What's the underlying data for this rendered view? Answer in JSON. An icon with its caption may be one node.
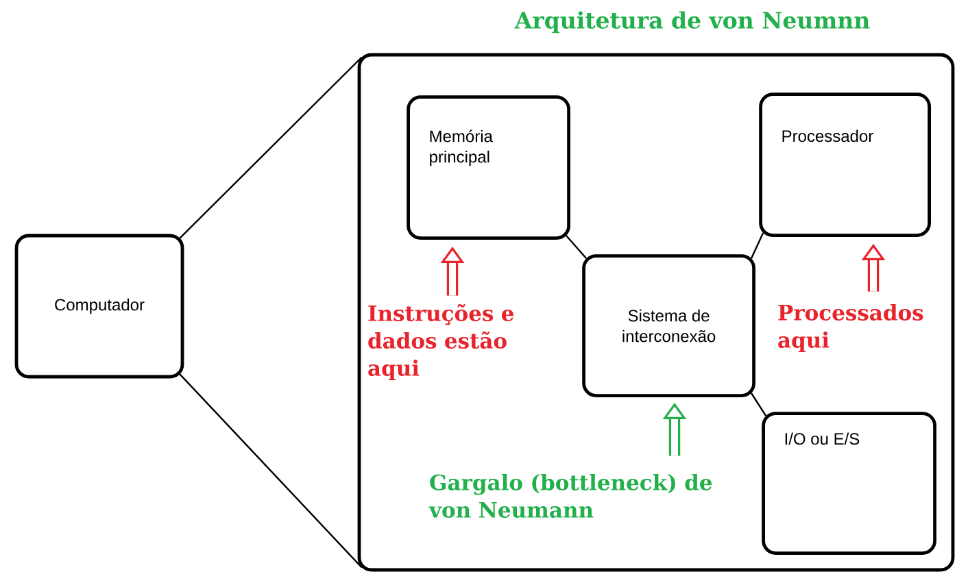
{
  "diagram": {
    "title": "Arquitetura de von Neumnn",
    "nodes": [
      {
        "text": [
          "Computador"
        ]
      },
      {
        "text": [],
        "shape": "box"
      },
      {
        "text": [
          "Memória principal"
        ],
        "in": 1
      },
      {
        "text": [
          "Processador"
        ],
        "in": 1
      },
      {
        "text": [
          "Sistema de interconexão"
        ],
        "in": 1
      },
      {
        "text": [
          "I/O ou E/S"
        ],
        "in": 1
      },
      {
        "text": [
          "Instruções e dados estão aqui"
        ],
        "in": 1
      },
      {
        "text": [
          "Processados aqui"
        ],
        "in": 1
      },
      {
        "text": [
          "Gargalo (bottleneck) de von Neumann"
        ],
        "in": 1
      }
    ],
    "edges": [
      {
        "from": 0,
        "to": 1,
        "arrow": "none"
      },
      {
        "from": 0,
        "to": 1,
        "arrow": "none"
      },
      {
        "from": 2,
        "to": 4,
        "arrow": "none"
      },
      {
        "from": 3,
        "to": 4,
        "arrow": "none"
      },
      {
        "from": 4,
        "to": 5,
        "arrow": "none"
      },
      {
        "from": 6,
        "to": 2,
        "arrow": "to",
        "style": "thick",
        "color": "#e8232b"
      },
      {
        "from": 7,
        "to": 3,
        "arrow": "to",
        "style": "thick",
        "color": "#e8232b"
      },
      {
        "from": 8,
        "to": 4,
        "arrow": "to",
        "style": "thick",
        "color": "#22b04b"
      }
    ]
  }
}
